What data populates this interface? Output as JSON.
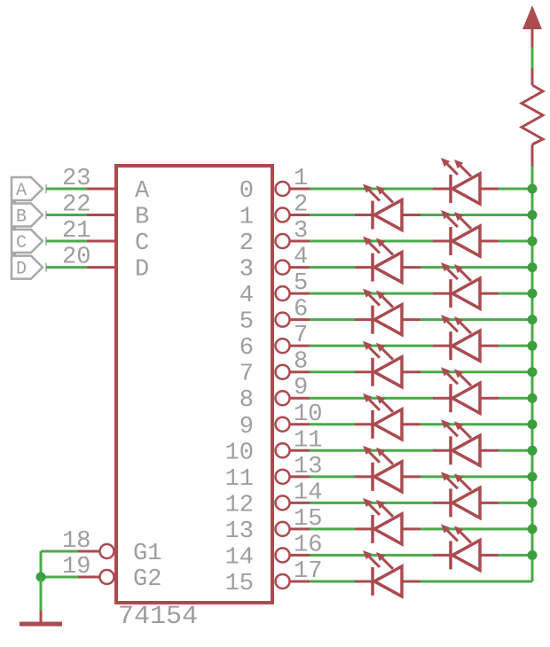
{
  "schematic": {
    "ic": {
      "name": "74154",
      "input_pins": [
        {
          "pin": "23",
          "name": "A"
        },
        {
          "pin": "22",
          "name": "B"
        },
        {
          "pin": "21",
          "name": "C"
        },
        {
          "pin": "20",
          "name": "D"
        }
      ],
      "enable_pins": [
        {
          "pin": "18",
          "name": "G1"
        },
        {
          "pin": "19",
          "name": "G2"
        }
      ],
      "output_pins": [
        {
          "pin": "1",
          "name": "0"
        },
        {
          "pin": "2",
          "name": "1"
        },
        {
          "pin": "3",
          "name": "2"
        },
        {
          "pin": "4",
          "name": "3"
        },
        {
          "pin": "5",
          "name": "4"
        },
        {
          "pin": "6",
          "name": "5"
        },
        {
          "pin": "7",
          "name": "6"
        },
        {
          "pin": "8",
          "name": "7"
        },
        {
          "pin": "9",
          "name": "8"
        },
        {
          "pin": "10",
          "name": "9"
        },
        {
          "pin": "11",
          "name": "10"
        },
        {
          "pin": "13",
          "name": "11"
        },
        {
          "pin": "14",
          "name": "12"
        },
        {
          "pin": "15",
          "name": "13"
        },
        {
          "pin": "16",
          "name": "14"
        },
        {
          "pin": "17",
          "name": "15"
        }
      ]
    },
    "input_connectors": [
      "A",
      "B",
      "C",
      "D"
    ],
    "leds": {
      "count": 16,
      "arrangement": "alternating-two-columns"
    },
    "resistor": {
      "style": "zigzag",
      "orientation": "vertical"
    },
    "power": {
      "symbol": "vcc-arrow-up"
    },
    "ground": {
      "symbol": "gnd-bar"
    }
  },
  "colors": {
    "net": "#4aaa4a",
    "junction": "#3c9e3c",
    "component": "#a94b4f",
    "text": "#9e9e9e",
    "connector": "#a8a8a8",
    "background": "#ffffff"
  }
}
